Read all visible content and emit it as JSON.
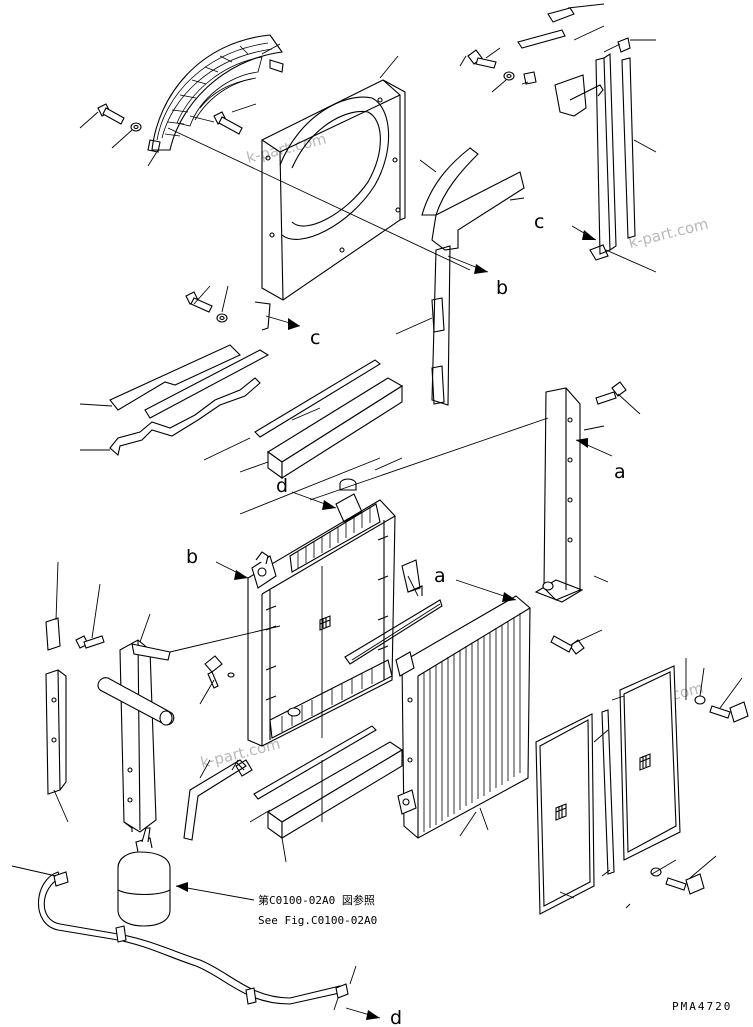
{
  "watermark": "k-part.com",
  "callouts": {
    "a": "a",
    "b": "b",
    "c": "c",
    "d": "d"
  },
  "reference_note": {
    "line1": "第C0100-02A0 図参照",
    "line2": "See Fig.C0100-02A0"
  },
  "drawing_code": "PMA4720"
}
